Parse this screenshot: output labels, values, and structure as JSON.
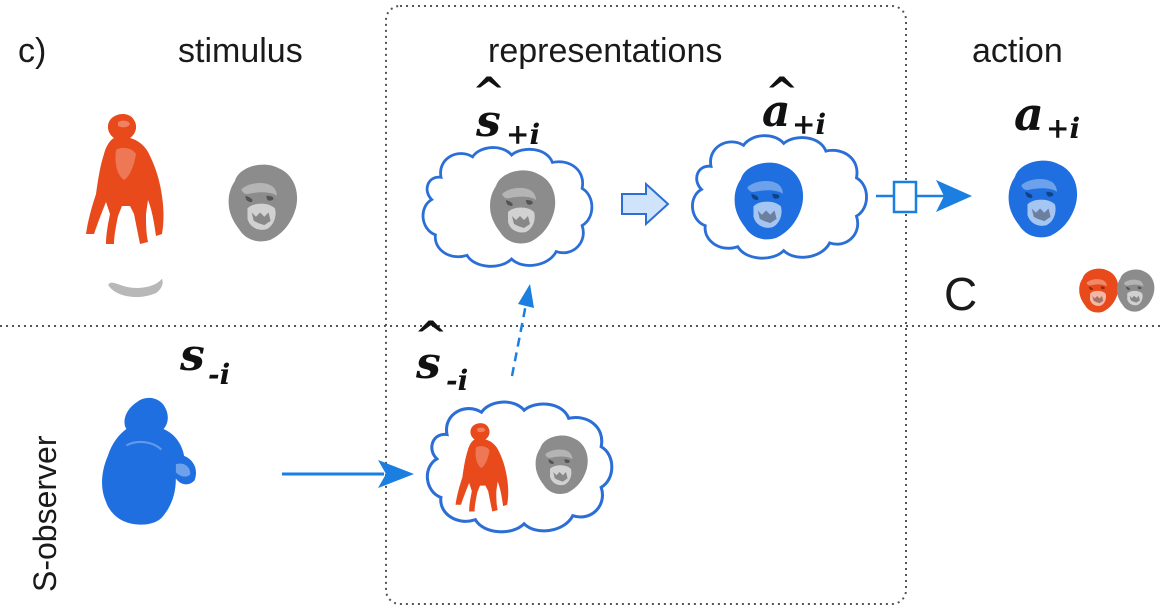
{
  "panel_label": "c)",
  "headers": {
    "stimulus": "stimulus",
    "representations": "representations",
    "action": "action"
  },
  "row_label": "S-observer",
  "symbols": {
    "s_hat_plus": {
      "base": "s",
      "sub": "+i"
    },
    "a_hat_plus": {
      "base": "a",
      "sub": "+i"
    },
    "a_plus": {
      "base": "a",
      "sub": "+i"
    },
    "s_minus": {
      "base": "s",
      "sub": "-i"
    },
    "s_hat_minus": {
      "base": "s",
      "sub": "-i"
    }
  },
  "hat_glyph": "^",
  "choice_label": "C",
  "colors": {
    "chimp": "#e84a1c",
    "gorilla_gray": "#8c8c8c",
    "gorilla_blue": "#1f6fe0",
    "cloud": "#2b6fd6",
    "arrow": "#1a7fe0",
    "arrow_light": "#cfe3fa",
    "banana": "#b8b8b8",
    "dotted": "#555555"
  },
  "icons": {
    "chimp": "chimpanzee-icon",
    "gorilla": "gorilla-face-icon",
    "banana": "banana-icon",
    "gorilla_body": "gorilla-body-icon",
    "cloud": "thought-cloud-icon"
  }
}
